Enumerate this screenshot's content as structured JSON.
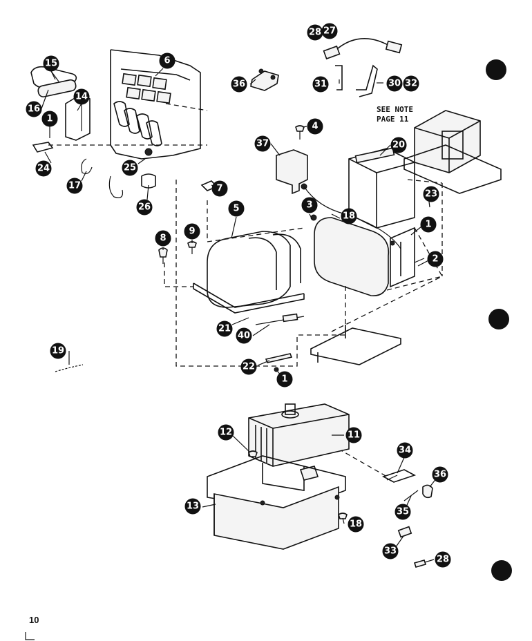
{
  "page_number": "10",
  "note": {
    "line1": "SEE NOTE",
    "line2": "PAGE 11"
  },
  "labels": {
    "l1a": "1",
    "l1b": "1",
    "l1c": "1",
    "l2": "2",
    "l3": "3",
    "l4": "4",
    "l5": "5",
    "l6": "6",
    "l7": "7",
    "l8": "8",
    "l9": "9",
    "l11": "11",
    "l12": "12",
    "l13": "13",
    "l14": "14",
    "l15": "15",
    "l16": "16",
    "l17": "17",
    "l18a": "18",
    "l18b": "18",
    "l19": "19",
    "l20": "20",
    "l21": "21",
    "l22": "22",
    "l23": "23",
    "l24": "24",
    "l25": "25",
    "l26": "26",
    "l27": "27",
    "l28a": "28",
    "l28b": "28",
    "l30": "30",
    "l31": "31",
    "l32": "32",
    "l33": "33",
    "l34": "34",
    "l35": "35",
    "l36a": "36",
    "l36b": "36",
    "l37": "37",
    "l40": "40"
  }
}
